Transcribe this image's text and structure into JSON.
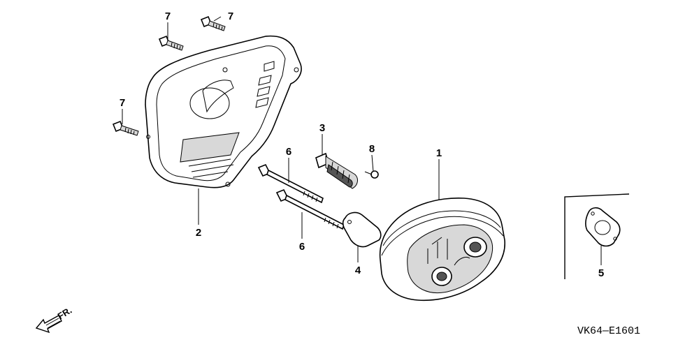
{
  "diagram": {
    "callouts": [
      {
        "id": "c7a",
        "label": "7"
      },
      {
        "id": "c7b",
        "label": "7"
      },
      {
        "id": "c7c",
        "label": "7"
      },
      {
        "id": "c3",
        "label": "3"
      },
      {
        "id": "c8",
        "label": "8"
      },
      {
        "id": "c6a",
        "label": "6"
      },
      {
        "id": "c1",
        "label": "1"
      },
      {
        "id": "c2",
        "label": "2"
      },
      {
        "id": "c6b",
        "label": "6"
      },
      {
        "id": "c4",
        "label": "4"
      },
      {
        "id": "c5",
        "label": "5"
      }
    ],
    "front_indicator": "FR.",
    "diagram_code": "VK64—E1601"
  }
}
